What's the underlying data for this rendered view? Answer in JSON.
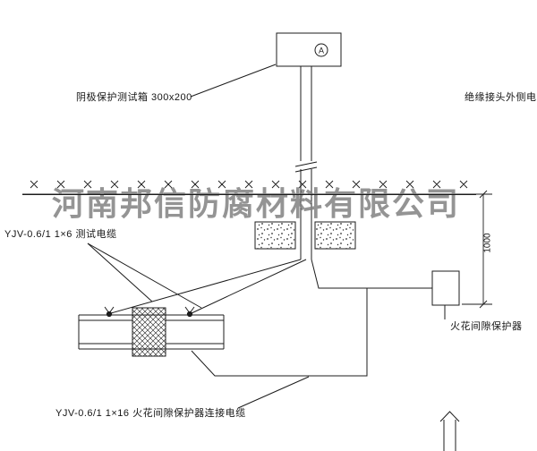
{
  "diagram": {
    "watermark": "河南邦信防腐材料有限公司",
    "labels": {
      "test_box": "阴极保护测试箱 300x200",
      "outer_cable": "绝缘接头外侧电缆",
      "test_cable": "YJV-0.6/1 1×6  测试电缆",
      "spark_gap": "火花间隙保护器",
      "spark_gap_cable": "YJV-0.6/1 1×16  火花间隙保护器连接电缆",
      "dimension": "1000",
      "meter": "A"
    },
    "colors": {
      "line": "#1c1c1c",
      "watermark": "#828282",
      "background": "#ffffff"
    }
  }
}
